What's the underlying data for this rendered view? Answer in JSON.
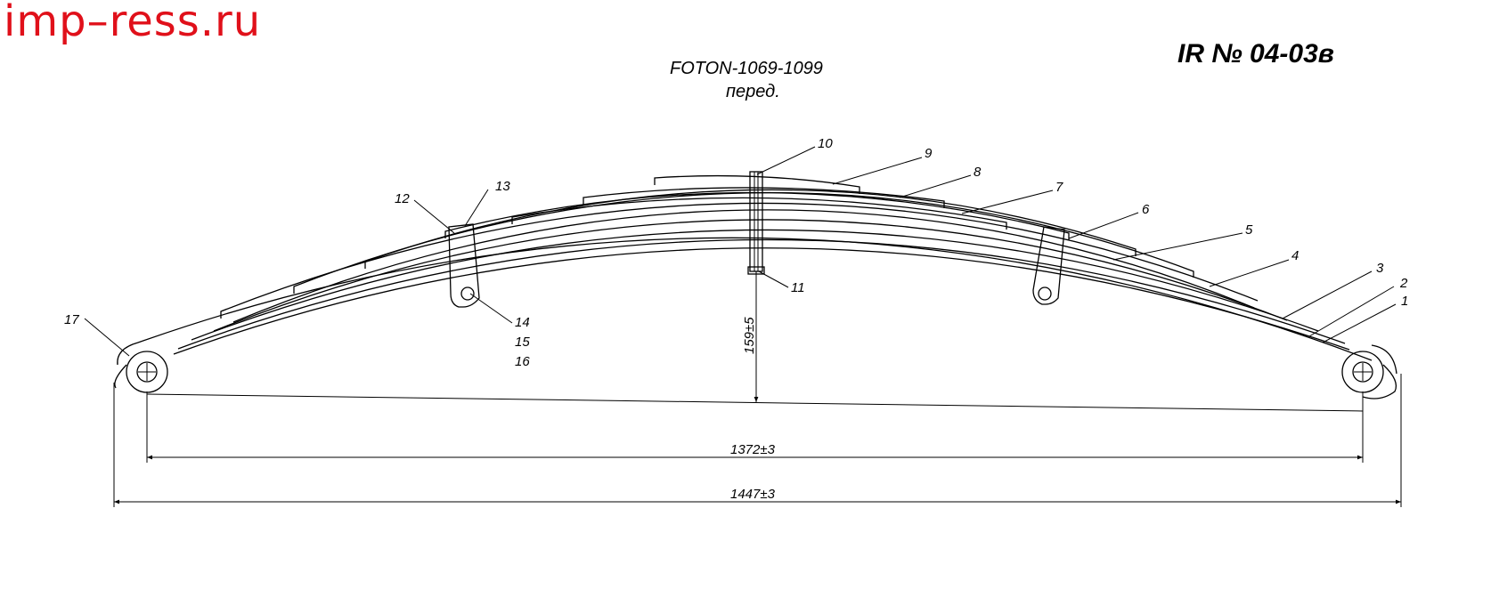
{
  "watermark": "imp–ress.ru",
  "drawing_number": "IR № 04-03в",
  "title": {
    "line1": "FOTON-1069-1099",
    "line2": "перед."
  },
  "callouts": {
    "c1": "1",
    "c2": "2",
    "c3": "3",
    "c4": "4",
    "c5": "5",
    "c6": "6",
    "c7": "7",
    "c8": "8",
    "c9": "9",
    "c10": "10",
    "c11": "11",
    "c12": "12",
    "c13": "13",
    "c14": "14",
    "c15": "15",
    "c16": "16",
    "c17": "17"
  },
  "dimensions": {
    "arc_height": "159±5",
    "eye_center_span": "1372±3",
    "overall_length": "1447±3"
  }
}
